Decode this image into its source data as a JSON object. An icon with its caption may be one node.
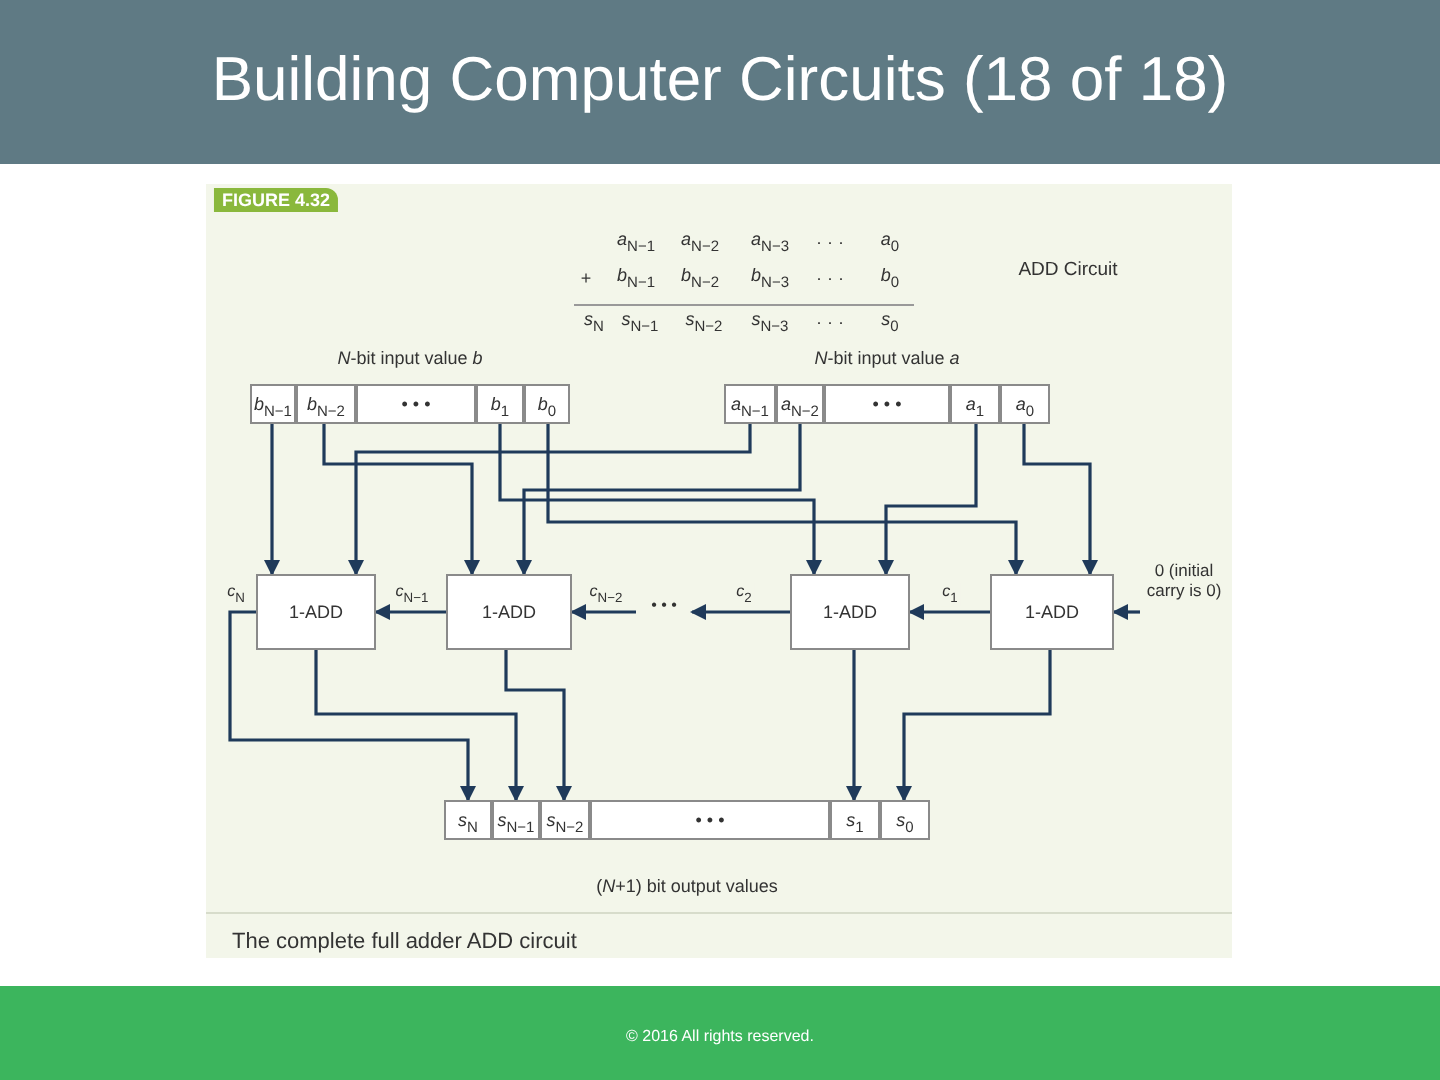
{
  "diagram": {
    "title": "Building Computer Circuits (18 of 18)",
    "caption": "The complete full adder ADD circuit",
    "nodes": [
      {
        "text": [
          "*N*-bit input value *b*"
        ]
      },
      {
        "text": [
          "*b*$_{N−1}$"
        ],
        "in": 0
      },
      {
        "text": [
          "*b*$_{N−2}$"
        ],
        "in": 0
      },
      {
        "text": [
          "• • •"
        ],
        "in": 0
      },
      {
        "text": [
          "*b*$_{1}$"
        ],
        "in": 0
      },
      {
        "text": [
          "*b*$_{0}$"
        ],
        "in": 0
      },
      {
        "text": [
          "*N*-bit input value *a*"
        ]
      },
      {
        "text": [
          "*a*$_{N−1}$"
        ],
        "in": 6
      },
      {
        "text": [
          "*a*$_{N−2}$"
        ],
        "in": 6
      },
      {
        "text": [
          "• • •"
        ],
        "in": 6
      },
      {
        "text": [
          "*a*$_{1}$"
        ],
        "in": 6
      },
      {
        "text": [
          "*a*$_{0}$"
        ],
        "in": 6
      },
      {
        "text": [
          "1-ADD"
        ]
      },
      {
        "text": [
          "1-ADD"
        ]
      },
      {
        "text": [
          "• • •"
        ]
      },
      {
        "text": [
          "1-ADD"
        ]
      },
      {
        "text": [
          "1-ADD"
        ]
      },
      {
        "text": [
          "0 (initial carry is 0)"
        ]
      },
      {
        "text": [
          "(*N*+1) bit output values"
        ]
      },
      {
        "text": [
          "*s*$_{N}$"
        ],
        "in": 18
      },
      {
        "text": [
          "*s*$_{N−1}$"
        ],
        "in": 18
      },
      {
        "text": [
          "*s*$_{N−2}$"
        ],
        "in": 18
      },
      {
        "text": [
          "• • •"
        ],
        "in": 18
      },
      {
        "text": [
          "*s*$_{1}$"
        ],
        "in": 18
      },
      {
        "text": [
          "*s*$_{0}$"
        ],
        "in": 18
      }
    ],
    "edges": [
      {
        "from": 1,
        "to": 12,
        "arrow": "to"
      },
      {
        "from": 7,
        "to": 12,
        "arrow": "to"
      },
      {
        "from": 2,
        "to": 13,
        "arrow": "to"
      },
      {
        "from": 8,
        "to": 13,
        "arrow": "to"
      },
      {
        "from": 4,
        "to": 15,
        "arrow": "to"
      },
      {
        "from": 10,
        "to": 15,
        "arrow": "to"
      },
      {
        "from": 5,
        "to": 16,
        "arrow": "to"
      },
      {
        "from": 11,
        "to": 16,
        "arrow": "to"
      },
      {
        "from": 17,
        "to": 16,
        "arrow": "to"
      },
      {
        "from": 16,
        "to": 15,
        "arrow": "to",
        "label": "*c*$_{1}$"
      },
      {
        "from": 15,
        "to": 14,
        "arrow": "to",
        "label": "*c*$_{2}$"
      },
      {
        "from": 14,
        "to": 13,
        "arrow": "to",
        "label": "*c*$_{N−2}$"
      },
      {
        "from": 13,
        "to": 12,
        "arrow": "to",
        "label": "*c*$_{N−1}$"
      },
      {
        "from": 12,
        "to": 19,
        "arrow": "to",
        "label": "*c*$_{N}$"
      },
      {
        "from": 12,
        "to": 20,
        "arrow": "to"
      },
      {
        "from": 13,
        "to": 21,
        "arrow": "to"
      },
      {
        "from": 15,
        "to": 23,
        "arrow": "to"
      },
      {
        "from": 16,
        "to": 24,
        "arrow": "to"
      }
    ],
    "labels": [
      "FIGURE 4.32",
      "*a*$_{N−1}$",
      "*a*$_{N−2}$",
      "*a*$_{N−3}$",
      "· · ·",
      "*a*$_{0}$",
      "+",
      "*b*$_{N−1}$",
      "*b*$_{N−2}$",
      "*b*$_{N−3}$",
      "· · ·",
      "*b*$_{0}$",
      "*s*$_{N}$",
      "*s*$_{N−1}$",
      "*s*$_{N−2}$",
      "*s*$_{N−3}$",
      "· · ·",
      "*s*$_{0}$",
      "ADD Circuit",
      "© 2016 All rights reserved."
    ]
  }
}
